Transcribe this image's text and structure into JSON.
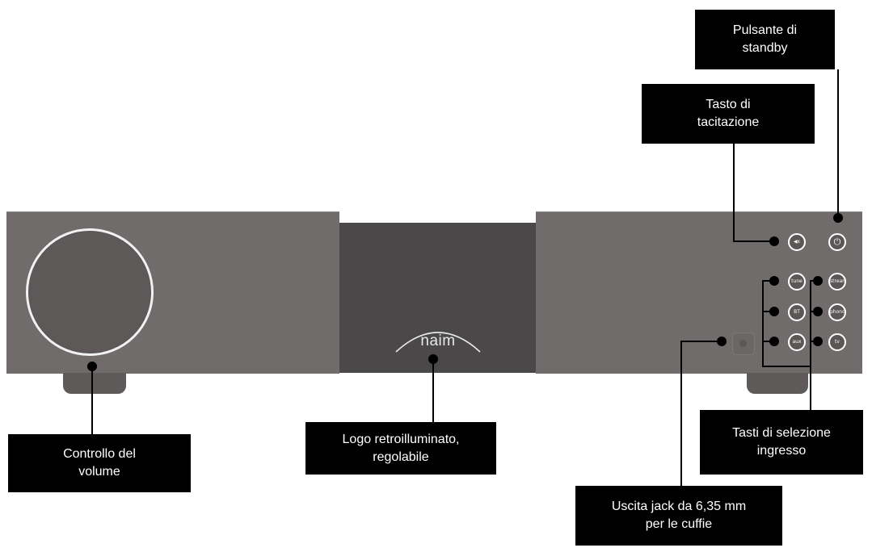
{
  "brand": {
    "logo_text": "naim"
  },
  "buttons": {
    "mute": "◀x",
    "standby": "⏻",
    "input_1": "tune",
    "input_2": "stream",
    "input_3": "BT",
    "input_4": "phono",
    "input_5": "aux",
    "input_6": "tv"
  },
  "callouts": {
    "standby": "Pulsante di\nstandby",
    "mute": "Tasto di\ntacitazione",
    "volume": "Controllo del\nvolume",
    "logo": "Logo retroilluminato,\nregolabile",
    "input_select": "Tasti di selezione\ningresso",
    "headphone": "Uscita jack da 6,35 mm\nper le cuffie"
  }
}
